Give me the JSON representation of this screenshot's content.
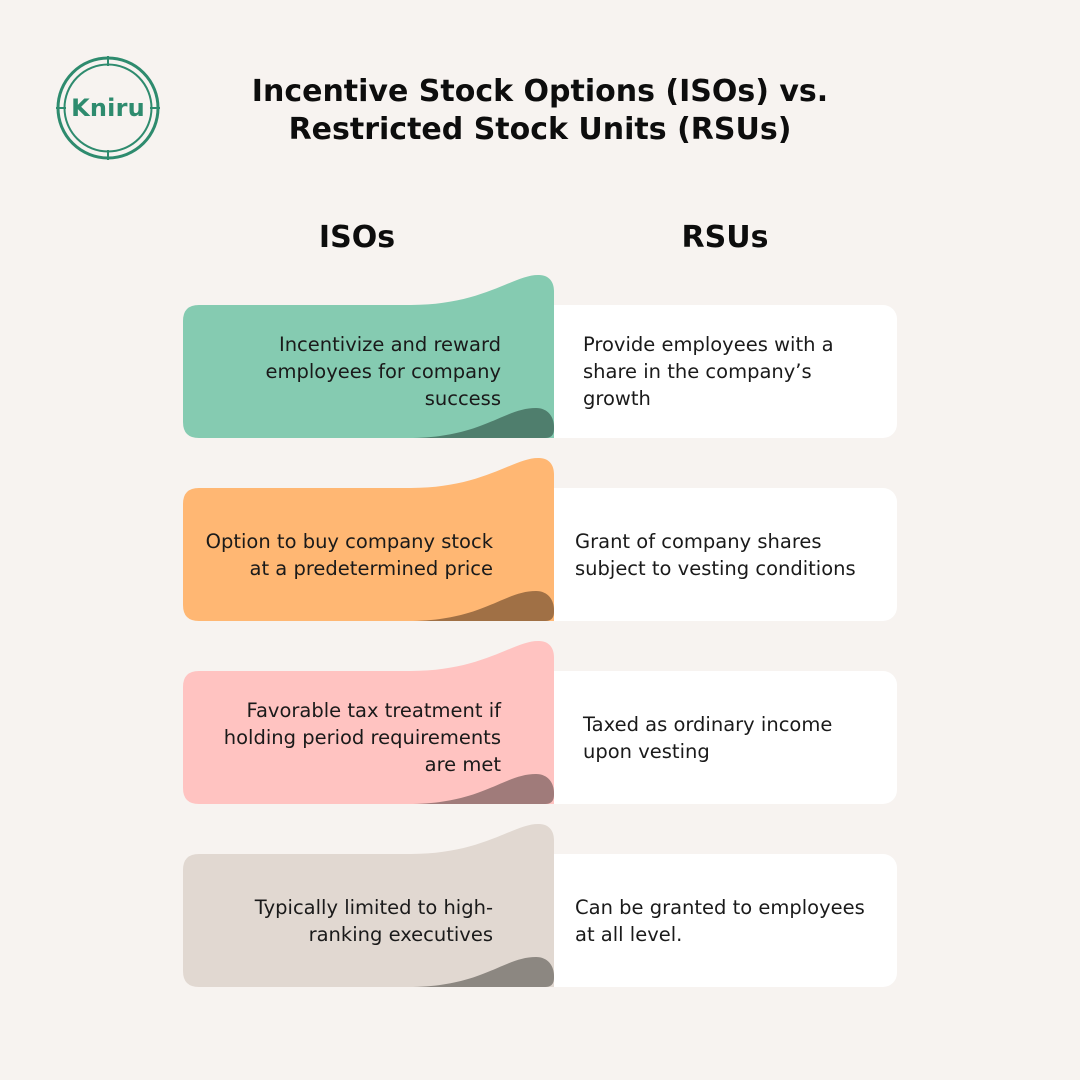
{
  "brand": {
    "logo_text": "Kniru",
    "color": "#2e8b6e"
  },
  "title": {
    "line1": "Incentive Stock Options (ISOs) vs.",
    "line2": "Restricted Stock Units (RSUs)"
  },
  "columns": {
    "left": "ISOs",
    "right": "RSUs"
  },
  "rows": [
    {
      "iso": "Incentivize and reward employees for company success",
      "rsu": "Provide employees with a share in the company’s growth",
      "color": "#85cbb1",
      "fold_color": "#4f7e6d"
    },
    {
      "iso": "Option to buy company stock at a predetermined price",
      "rsu": "Grant of company shares subject to vesting conditions",
      "color": "#ffb773",
      "fold_color": "#a07045"
    },
    {
      "iso": "Favorable tax treatment if holding period requirements are met",
      "rsu": "Taxed as ordinary income upon vesting",
      "color": "#ffc3c1",
      "fold_color": "#a07b7a"
    },
    {
      "iso": "Typically limited to high-ranking executives",
      "rsu": "Can be granted to employees at all level.",
      "color": "#e1d8d1",
      "fold_color": "#8c8781"
    }
  ]
}
